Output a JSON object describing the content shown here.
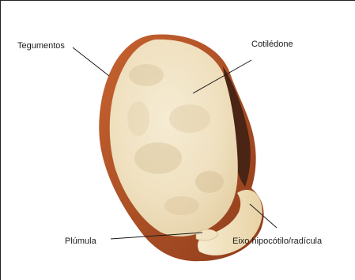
{
  "labels": {
    "tegumentos": "Tegumentos",
    "cotiledone": "Cotilédone",
    "plumula": "Plúmula",
    "eixo": "Eixo hipocótilo/radícula"
  },
  "colors": {
    "seed_coat": "#b8532a",
    "cotyledon": "#efe2c4",
    "cotyledon_shadow": "#d9c6a0",
    "embryo": "#f3e6c6",
    "dark_edge": "#4a2414",
    "leader_line": "#1a1a1a"
  }
}
